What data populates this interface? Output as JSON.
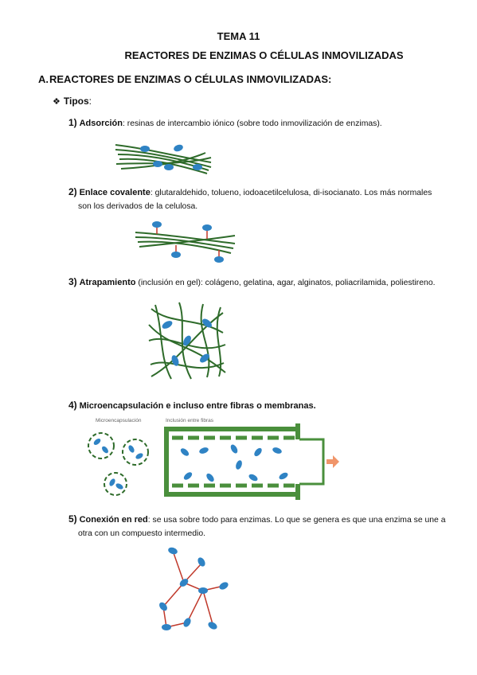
{
  "header": {
    "tema": "TEMA 11",
    "title": "REACTORES DE ENZIMAS O CÉLULAS INMOVILIZADAS"
  },
  "section": {
    "marker": "A.",
    "title": "REACTORES DE ENZIMAS O CÉLULAS INMOVILIZADAS:"
  },
  "tipos": {
    "bullet": "❖",
    "label": "Tipos",
    "colon": ":"
  },
  "items": [
    {
      "num": "1)",
      "key": "Adsorción",
      "text_line1": ": resinas de intercambio iónico (sobre todo inmovilización de enzimas).",
      "text_line2": ""
    },
    {
      "num": "2)",
      "key": "Enlace covalente",
      "text_line1": ": glutaraldehido, tolueno, iodoacetilcelulosa, di-isocianato. Los más normales",
      "text_line2": "son los derivados de la celulosa."
    },
    {
      "num": "3)",
      "key": "Atrapamiento",
      "text_line1": " (inclusión en gel): colágeno, gelatina, agar, alginatos, poliacrilamida, poliestireno.",
      "text_line2": ""
    },
    {
      "num": "4)",
      "key": "Microencapsulación e incluso entre fibras o membranas.",
      "text_line1": "",
      "text_line2": ""
    },
    {
      "num": "5)",
      "key": "Conexión en red",
      "text_line1": ": se usa sobre todo para enzimas. Lo que se genera es que una enzima se une a",
      "text_line2": "otra con un compuesto intermedio."
    }
  ],
  "figure4": {
    "label_micro": "Microencapsulación",
    "label_fibras": "Inclusión entre fibras"
  },
  "colors": {
    "fiber_green": "#2e6b2a",
    "enzyme_blue": "#2f83c4",
    "link_red": "#c0392b",
    "arrow_orange": "#f0956a"
  }
}
